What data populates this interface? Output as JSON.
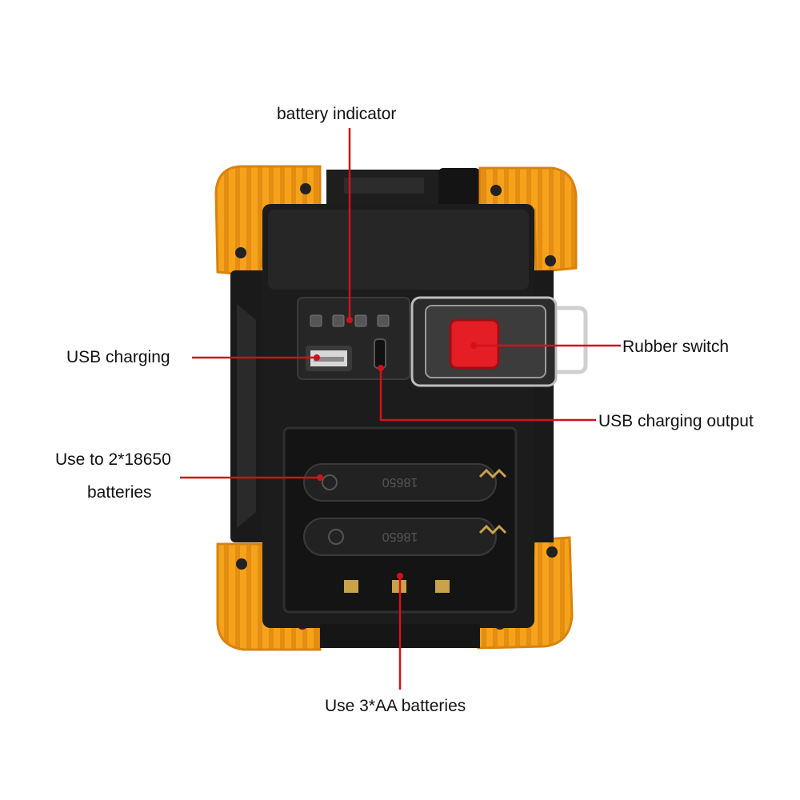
{
  "image": {
    "subject": "Portable LED work light, back view",
    "colors": {
      "bumper": "#f7a21b",
      "bumper_shadow": "#d9830d",
      "body": "#1c1c1c",
      "body_light": "#2e2e2e",
      "leader_line": "#d0121b",
      "switch": "#e51d24",
      "contact": "#c9a24a"
    }
  },
  "callouts": {
    "battery_indicator": "battery indicator",
    "usb_charging": "USB charging",
    "rubber_switch": "Rubber switch",
    "usb_charging_output": "USB charging output",
    "use_18650_line1": "Use to 2*18650",
    "use_18650_line2": "batteries",
    "use_aa": "Use 3*AA batteries"
  },
  "battery_marking": "18650",
  "icons": [
    "battery-led-icon",
    "usb-port-icon",
    "micro-usb-port-icon",
    "power-switch-icon",
    "screw-icon"
  ]
}
